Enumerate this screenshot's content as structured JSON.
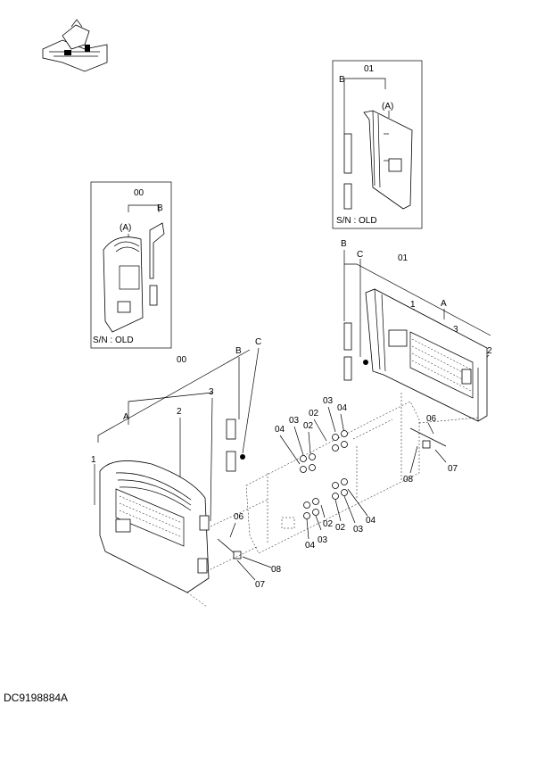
{
  "document_code": "DC9198884A",
  "inset_old_right": {
    "assembly": "01",
    "sub": "(A)",
    "part_b": "B",
    "note": "S/N : OLD"
  },
  "inset_old_left": {
    "assembly": "00",
    "sub": "(A)",
    "part_b": "B",
    "note": "S/N : OLD"
  },
  "main_left": {
    "assembly": "00",
    "a": "A",
    "b": "B",
    "c": "C",
    "p1": "1",
    "p2": "2",
    "p3": "3"
  },
  "main_right": {
    "assembly": "01",
    "a": "A",
    "b": "B",
    "c": "C",
    "p1": "1",
    "p2": "2",
    "p3": "3"
  },
  "fasteners": {
    "f02": "02",
    "f03": "03",
    "f04": "04",
    "f06": "06",
    "f07": "07",
    "f08": "08"
  }
}
